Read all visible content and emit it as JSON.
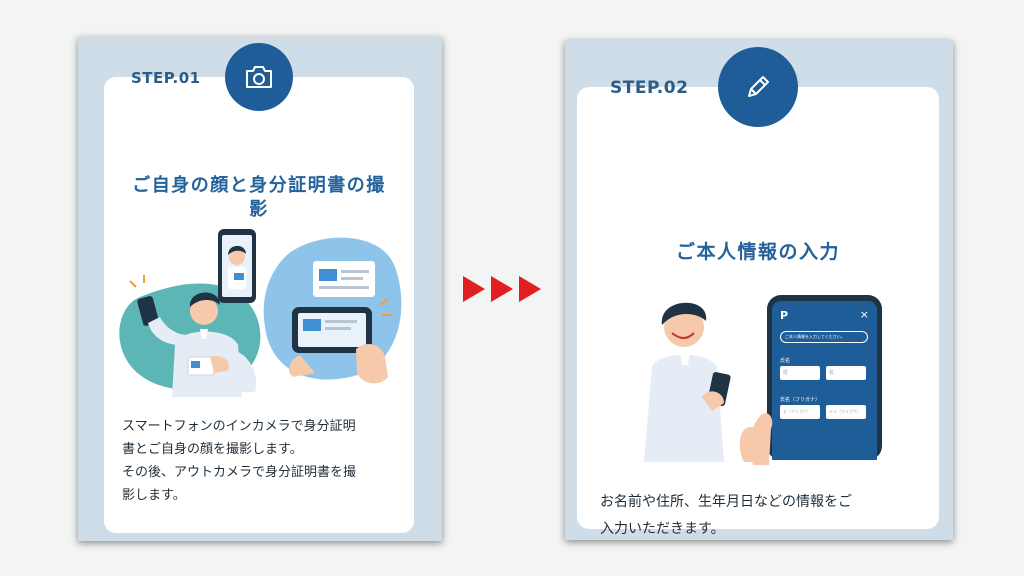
{
  "steps": [
    {
      "label": "STEP.01",
      "icon": "camera-icon",
      "title": "ご自身の顔と身分証明書の撮影",
      "description_lines": [
        "スマートフォンのインカメラで身分証明",
        "書とご自身の顔を撮影します。",
        "その後、アウトカメラで身分証明書を撮",
        "影します。"
      ]
    },
    {
      "label": "STEP.02",
      "icon": "pencil-icon",
      "title": "ご本人情報の入力",
      "description_lines": [
        "お名前や住所、生年月日などの情報をご",
        "入力いただきます。"
      ],
      "phone_form": {
        "logo": "P",
        "close": "×",
        "prompt": "ご本人情報を入力してください。",
        "name_label": "氏名",
        "first_placeholder": "名",
        "last_placeholder": "姓",
        "kana_label": "氏名（フリガナ）",
        "kana_first_placeholder": "セ（フリガナ）",
        "kana_last_placeholder": "メイ（フリガナ）"
      }
    }
  ],
  "colors": {
    "panel_bg": "#cfdde9",
    "accent_blue": "#1f5d98",
    "title_blue": "#24629c",
    "arrow_red": "#e02020"
  }
}
